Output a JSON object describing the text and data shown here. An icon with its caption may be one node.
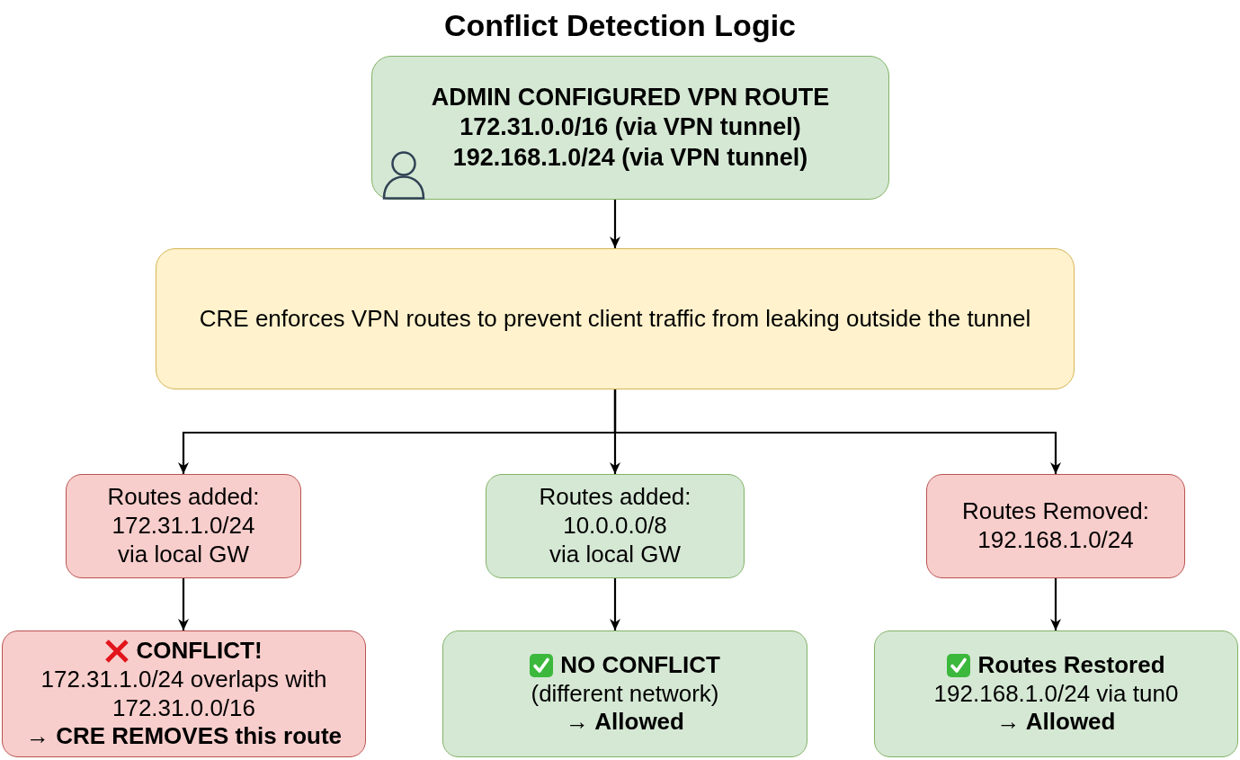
{
  "diagram": {
    "title": "Conflict Detection Logic",
    "nodes": [
      {
        "text": [
          "ADMIN CONFIGURED VPN ROUTE",
          "172.31.0.0/16 (via VPN tunnel)",
          "192.168.1.0/24 (via VPN tunnel)"
        ]
      },
      {
        "text": [
          "CRE enforces VPN routes to prevent client traffic from leaking outside the tunnel"
        ]
      },
      {
        "text": [
          "Routes added:",
          "172.31.1.0/24",
          "via local GW"
        ]
      },
      {
        "text": [
          "Routes added:",
          "10.0.0.0/8",
          "via local GW"
        ]
      },
      {
        "text": [
          "Routes Removed:",
          "192.168.1.0/24"
        ]
      },
      {
        "text": [
          "CONFLICT!",
          "172.31.1.0/24 overlaps with 172.31.0.0/16",
          "→ CRE REMOVES this route"
        ]
      },
      {
        "text": [
          "NO CONFLICT",
          "(different network)",
          "→ Allowed"
        ]
      },
      {
        "text": [
          "Routes Restored",
          "192.168.1.0/24 via tun0",
          "→ Allowed"
        ]
      }
    ],
    "edges": [
      {
        "from": 0,
        "to": 1,
        "arrow": "to"
      },
      {
        "from": 1,
        "to": 2,
        "arrow": "to"
      },
      {
        "from": 1,
        "to": 3,
        "arrow": "to"
      },
      {
        "from": 1,
        "to": 4,
        "arrow": "to"
      },
      {
        "from": 2,
        "to": 5,
        "arrow": "to"
      },
      {
        "from": 3,
        "to": 6,
        "arrow": "to"
      },
      {
        "from": 4,
        "to": 7,
        "arrow": "to"
      }
    ]
  }
}
